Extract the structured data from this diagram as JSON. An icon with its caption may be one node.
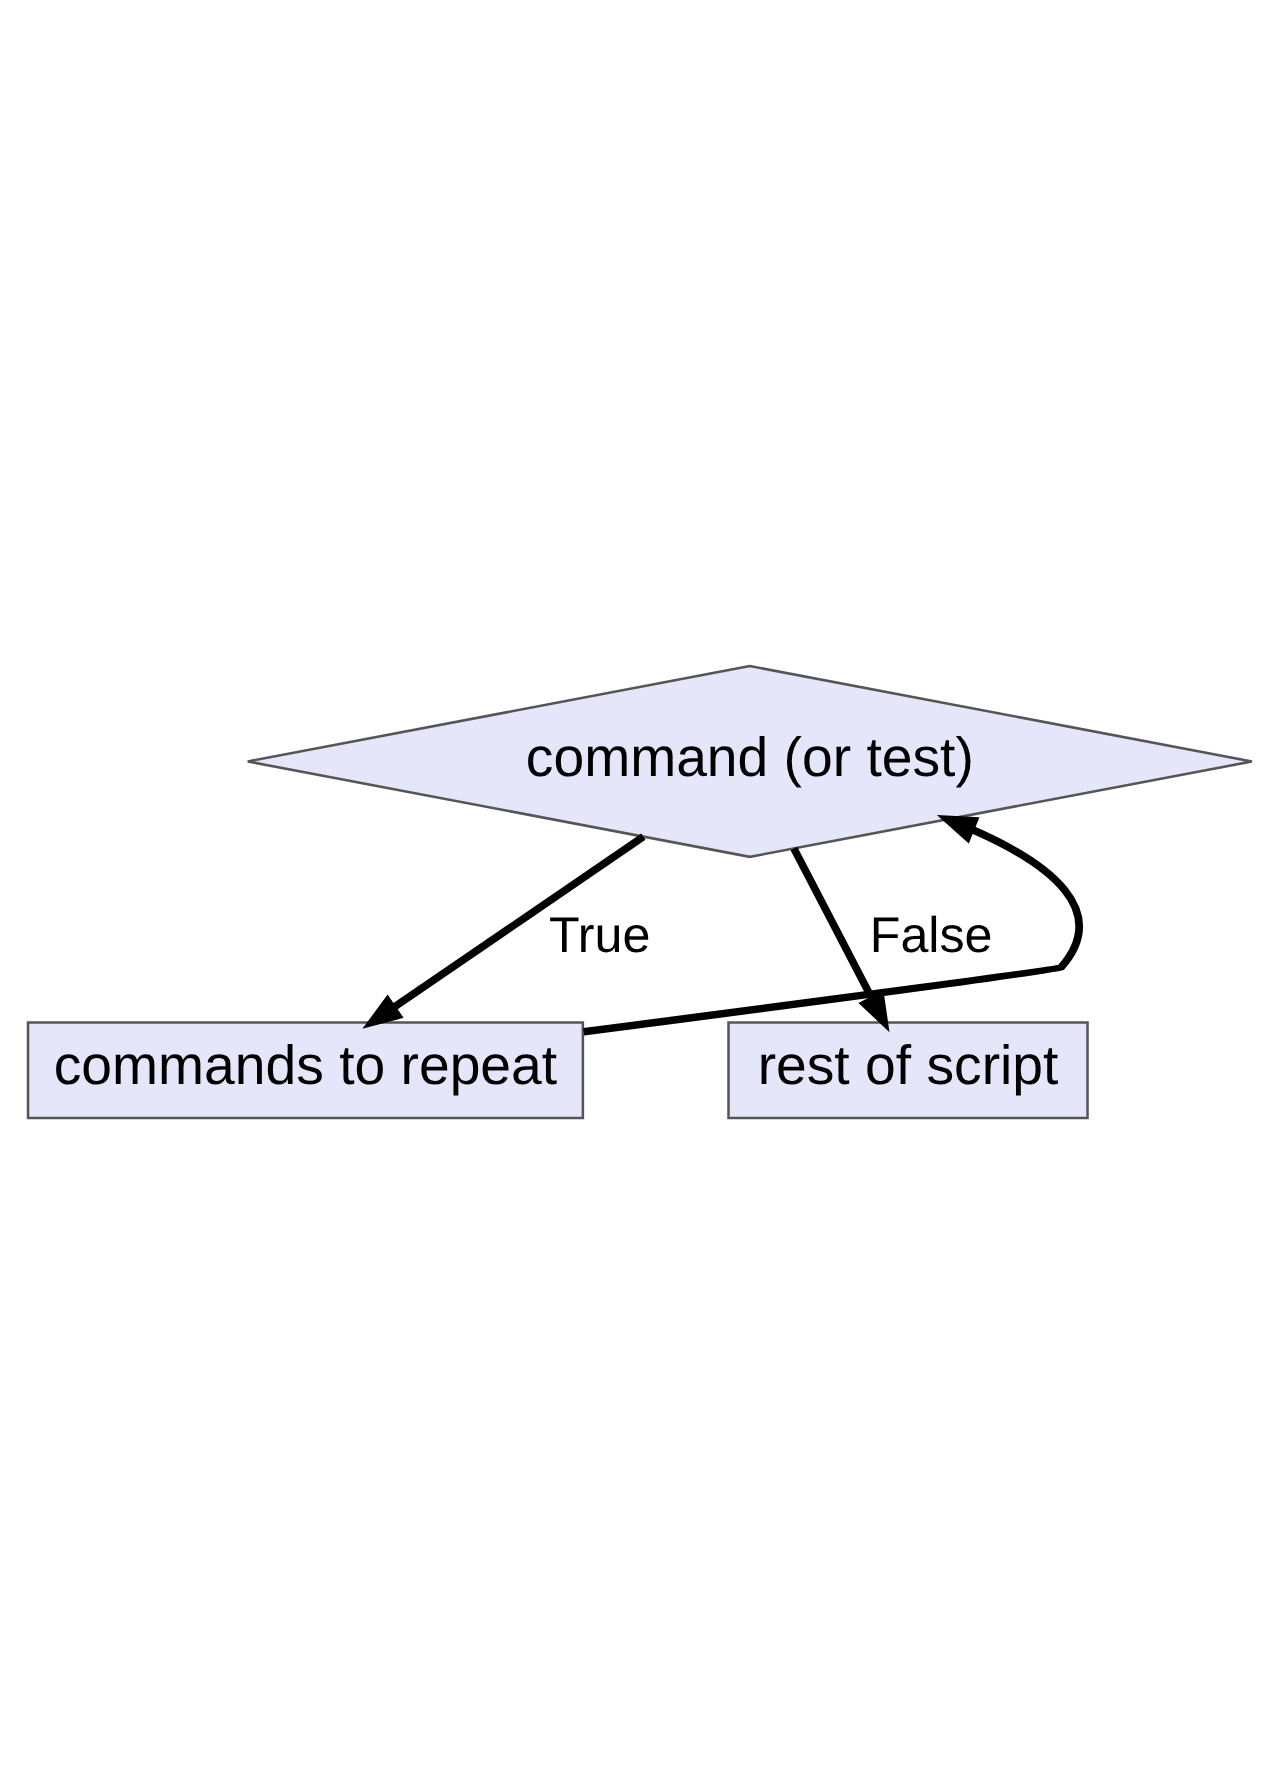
{
  "diagram": {
    "nodes": [
      {
        "text": [
          "command (or test)"
        ]
      },
      {
        "text": [
          "commands to repeat"
        ]
      },
      {
        "text": [
          "rest of script"
        ]
      }
    ],
    "edges": [
      {
        "from": 0,
        "to": 1,
        "arrow": "to",
        "label": "True"
      },
      {
        "from": 1,
        "to": 0,
        "arrow": "to"
      },
      {
        "from": 0,
        "to": 2,
        "arrow": "to",
        "label": "False"
      }
    ]
  }
}
